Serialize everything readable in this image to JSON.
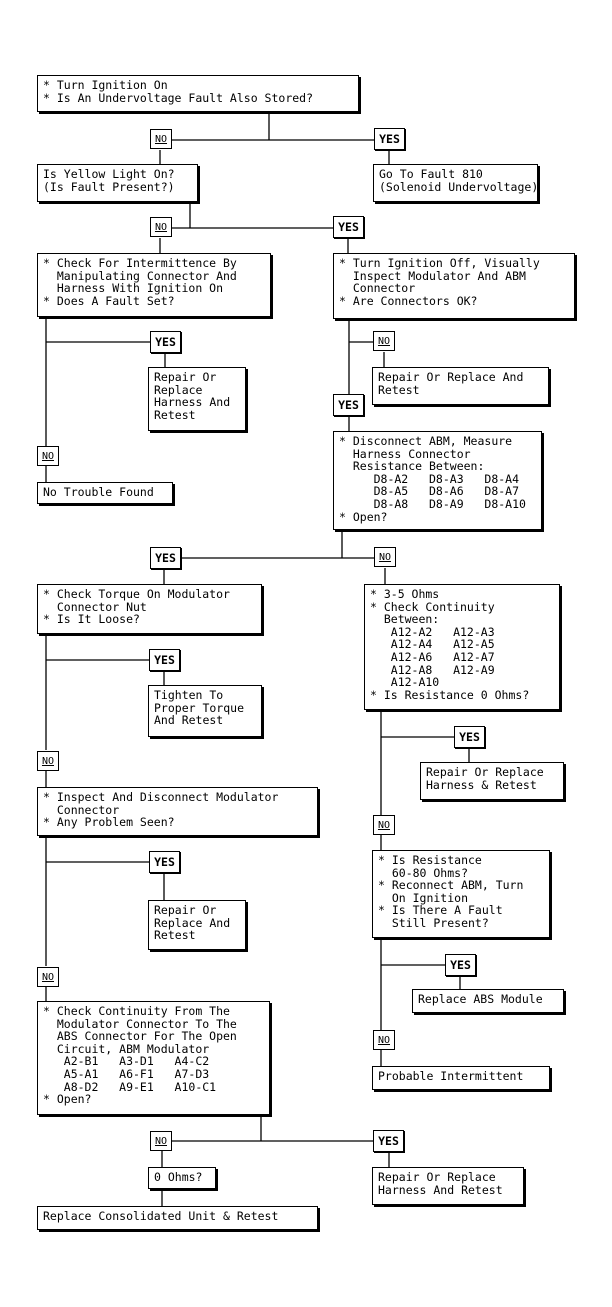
{
  "nodes": {
    "q_undervoltage": "* Turn Ignition On\n* Is An Undervoltage Fault Also Stored?",
    "q_yellow_light": "Is Yellow Light On?\n(Is Fault Present?)",
    "goto_fault_810": "Go To Fault 810\n(Solenoid Undervoltage)",
    "q_intermittence": "* Check For Intermittence By\n  Manipulating Connector And\n  Harness With Ignition On\n* Does A Fault Set?",
    "q_inspect_connectors": "* Turn Ignition Off, Visually\n  Inspect Modulator And ABM\n  Connector\n* Are Connectors OK?",
    "repair_harness_1": "Repair Or\nReplace\nHarness And\nRetest",
    "repair_retest_1": "Repair Or Replace And\nRetest",
    "q_disconnect_abm": "* Disconnect ABM, Measure\n  Harness Connector\n  Resistance Between:\n     D8-A2   D8-A3   D8-A4\n     D8-A5   D8-A6   D8-A7\n     D8-A8   D8-A9   D8-A10\n* Open?",
    "no_trouble_found": "No Trouble Found",
    "q_torque": "* Check Torque On Modulator\n  Connector Nut\n* Is It Loose?",
    "q_3_5_ohms": "* 3-5 Ohms\n* Check Continuity\n  Between:\n   A12-A2   A12-A3\n   A12-A4   A12-A5\n   A12-A6   A12-A7\n   A12-A8   A12-A9\n   A12-A10\n* Is Resistance 0 Ohms?",
    "tighten": "Tighten To\nProper Torque\nAnd Retest",
    "repair_harness_2": "Repair Or Replace\nHarness & Retest",
    "q_inspect_modulator": "* Inspect And Disconnect Modulator\n  Connector\n* Any Problem Seen?",
    "q_60_80_ohms": "* Is Resistance\n  60-80 Ohms?\n* Reconnect ABM, Turn\n  On Ignition\n* Is There A Fault\n  Still Present?",
    "repair_retest_2": "Repair Or\nReplace And\nRetest",
    "replace_abs_module": "Replace ABS Module",
    "q_continuity_modulator": "* Check Continuity From The\n  Modulator Connector To The\n  ABS Connector For The Open\n  Circuit, ABM Modulator\n   A2-B1   A3-D1   A4-C2\n   A5-A1   A6-F1   A7-D3\n   A8-D2   A9-E1   A10-C1\n* Open?",
    "probable_intermittent": "Probable Intermittent",
    "q_0_ohms": "0 Ohms?",
    "repair_harness_3": "Repair Or Replace\nHarness And Retest",
    "replace_consolidated": "Replace Consolidated Unit & Retest"
  },
  "labels": {
    "no": "NO",
    "yes": "YES"
  }
}
